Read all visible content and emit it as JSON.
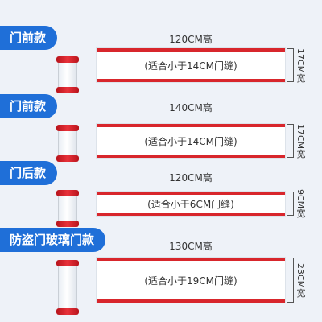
{
  "rows": [
    {
      "title": "门前款",
      "height": "120CM高",
      "caption": "(适合小于14CM门缝)",
      "width": "17CM宽"
    },
    {
      "title": "门前款",
      "height": "140CM高",
      "caption": "(适合小于14CM门缝)",
      "width": "17CM宽"
    },
    {
      "title": "门后款",
      "height": "120CM高",
      "caption": "(适合小于6CM门缝)",
      "width": "9CM宽"
    },
    {
      "title": "防盗门玻璃门款",
      "height": "130CM高",
      "caption": "(适合小于19CM门缝)",
      "width": "23CM宽"
    }
  ],
  "colors": {
    "accent": "#1f6fd8",
    "stripe": "#d8262c"
  },
  "icons": [
    "tape-roll-icon"
  ]
}
